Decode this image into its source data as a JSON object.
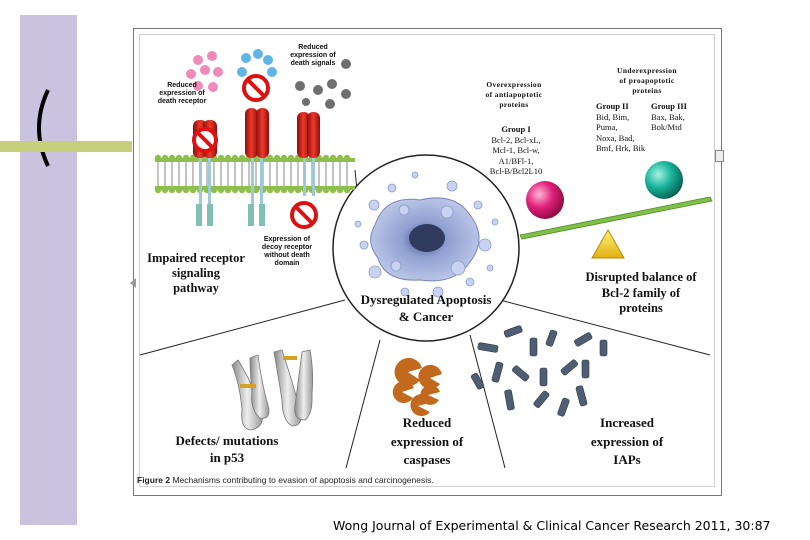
{
  "slide": {
    "citation": "Wong Journal of Experimental & Clinical Cancer Research 2011, 30:87"
  },
  "figure": {
    "caption_label": "Figure 2",
    "caption_text": "Mechanisms contributing to evasion of apoptosis and carcinogenesis.",
    "center": {
      "line1": "Dysregulated Apoptosis",
      "line2": "& Cancer"
    },
    "receptor_labels": {
      "reduced_receptor": [
        "Reduced",
        "expression of",
        "death receptor"
      ],
      "reduced_signals": [
        "Reduced",
        "expression of",
        "death signals"
      ],
      "decoy": [
        "Expression of",
        "decoy receptor",
        "without death",
        "domain"
      ]
    },
    "impaired": [
      "Impaired receptor",
      "signaling",
      "pathway"
    ],
    "overexpression": {
      "title": [
        "Overexpression",
        "of antiapoptotic",
        "proteins"
      ],
      "group_title": "Group I",
      "members": [
        "Bcl-2, Bcl-xL,",
        "Mcl-1, Bcl-w,",
        "A1/BFl-1,",
        "Bcl-B/Bcl2L10"
      ]
    },
    "underexpression": {
      "title": [
        "Underexpression",
        "of proapoptotic",
        "proteins"
      ],
      "group2_title": "Group II",
      "group2_members": [
        "Bid, Bim,",
        "Puma,",
        "Noxa, Bad,",
        "Bmf, Hrk, Bik"
      ],
      "group3_title": "Group III",
      "group3_members": [
        "Bax, Bak,",
        "Bok/Mtd"
      ]
    },
    "bcl2": [
      "Disrupted balance of",
      "Bcl-2 family of",
      "proteins"
    ],
    "p53": [
      "Defects/ mutations",
      "in p53"
    ],
    "caspases": [
      "Reduced",
      "expression of",
      "caspases"
    ],
    "iaps": [
      "Increased",
      "expression of",
      "IAPs"
    ]
  }
}
